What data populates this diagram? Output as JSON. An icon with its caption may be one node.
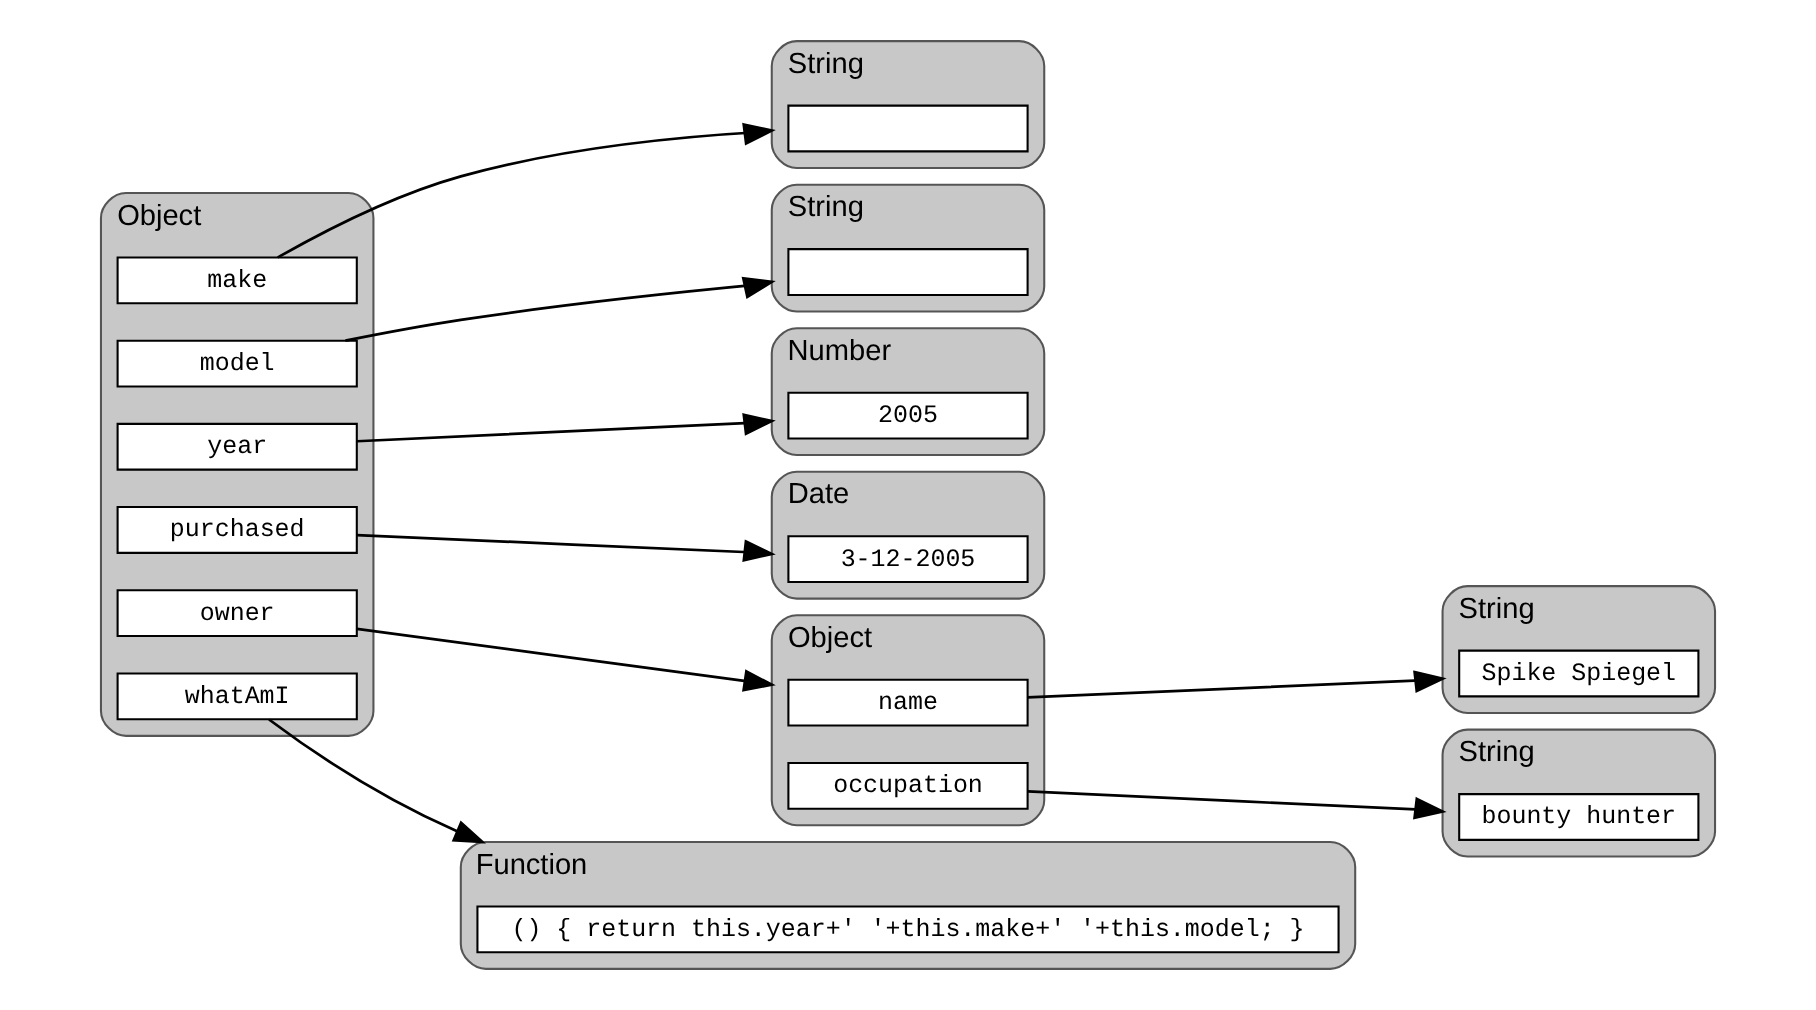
{
  "diagram": {
    "nodes": [
      {
        "text": [
          "Object"
        ]
      },
      {
        "text": [
          "make"
        ],
        "in": 0
      },
      {
        "text": [
          "model"
        ],
        "in": 0
      },
      {
        "text": [
          "year"
        ],
        "in": 0
      },
      {
        "text": [
          "purchased"
        ],
        "in": 0
      },
      {
        "text": [
          "owner"
        ],
        "in": 0
      },
      {
        "text": [
          "whatAmI"
        ],
        "in": 0
      },
      {
        "text": [
          "String"
        ]
      },
      {
        "text": [],
        "shape": "box",
        "in": 7
      },
      {
        "text": [
          "String"
        ]
      },
      {
        "text": [],
        "shape": "box",
        "in": 9
      },
      {
        "text": [
          "Number"
        ]
      },
      {
        "text": [
          "2005"
        ],
        "in": 11
      },
      {
        "text": [
          "Date"
        ]
      },
      {
        "text": [
          "3-12-2005"
        ],
        "in": 13
      },
      {
        "text": [
          "Object"
        ]
      },
      {
        "text": [
          "name"
        ],
        "in": 15
      },
      {
        "text": [
          "occupation"
        ],
        "in": 15
      },
      {
        "text": [
          "String"
        ]
      },
      {
        "text": [
          "Spike Spiegel"
        ],
        "in": 18
      },
      {
        "text": [
          "String"
        ]
      },
      {
        "text": [
          "bounty hunter"
        ],
        "in": 20
      },
      {
        "text": [
          "Function"
        ]
      },
      {
        "text": [
          "() { return this.year+' '+this.make+' '+this.model; }"
        ],
        "in": 22
      }
    ],
    "edges": [
      {
        "from": 1,
        "to": 7,
        "arrow": "to"
      },
      {
        "from": 2,
        "to": 9,
        "arrow": "to"
      },
      {
        "from": 3,
        "to": 11,
        "arrow": "to"
      },
      {
        "from": 4,
        "to": 13,
        "arrow": "to"
      },
      {
        "from": 5,
        "to": 15,
        "arrow": "to"
      },
      {
        "from": 6,
        "to": 22,
        "arrow": "to"
      },
      {
        "from": 16,
        "to": 18,
        "arrow": "to"
      },
      {
        "from": 17,
        "to": 20,
        "arrow": "to"
      }
    ]
  }
}
